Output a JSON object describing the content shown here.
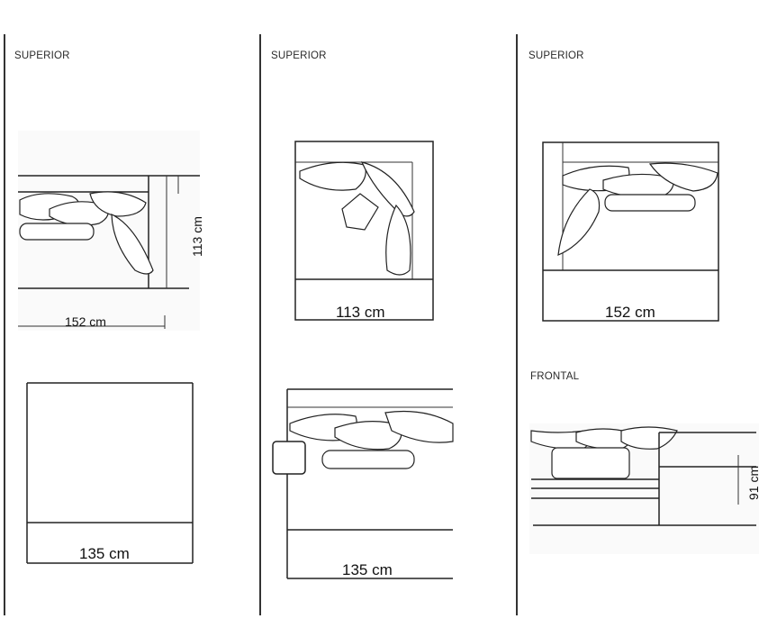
{
  "col1": {
    "view_label": "SUPERIOR",
    "dim_width": "152 cm",
    "dim_depth": "113 cm",
    "dim_bottom": "135 cm"
  },
  "col2": {
    "view_label": "SUPERIOR",
    "dim_width": "113 cm",
    "dim_bottom": "135 cm"
  },
  "col3": {
    "view_label": "SUPERIOR",
    "dim_width": "152 cm",
    "front_label": "FRONTAL",
    "dim_height": "91 cm"
  }
}
